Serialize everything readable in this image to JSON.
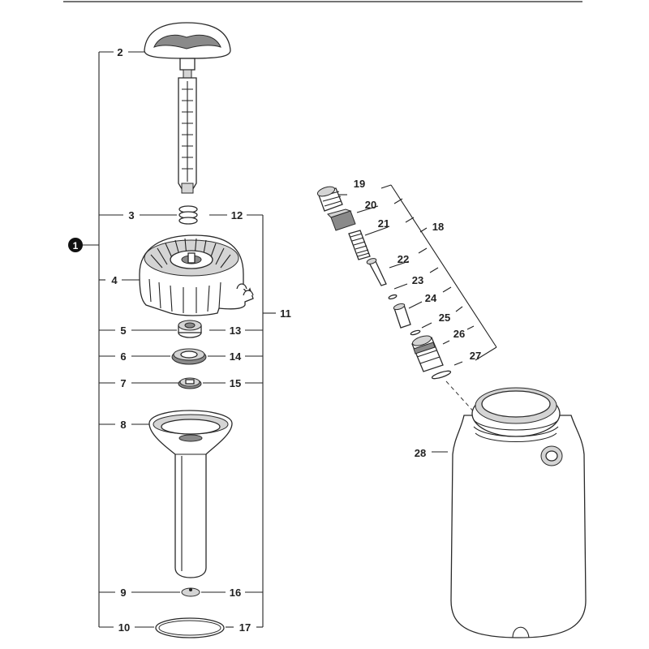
{
  "diagram": {
    "assembly_marker": "1",
    "callouts": {
      "c2": "2",
      "c3": "3",
      "c4": "4",
      "c5": "5",
      "c6": "6",
      "c7": "7",
      "c8": "8",
      "c9": "9",
      "c10": "10",
      "c11": "11",
      "c12": "12",
      "c13": "13",
      "c14": "14",
      "c15": "15",
      "c16": "16",
      "c17": "17",
      "c18": "18",
      "c19": "19",
      "c20": "20",
      "c21": "21",
      "c22": "22",
      "c23": "23",
      "c24": "24",
      "c25": "25",
      "c26": "26",
      "c27": "27",
      "c28": "28"
    }
  }
}
